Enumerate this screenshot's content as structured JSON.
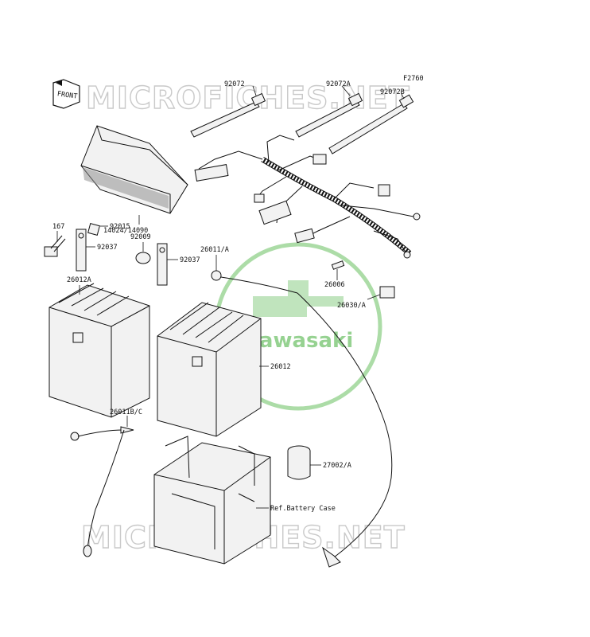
{
  "figure_code": "F2760",
  "front_label": "FRONT",
  "watermark_text": "MICROFICHES.NET",
  "brand_logo_text": "Kawasaki",
  "brand_color": "#74c46d",
  "labels": {
    "p92072": "92072",
    "p92072a": "92072A",
    "p92072b": "92072B",
    "p14024": "14024/14090",
    "p167": "167",
    "p92015": "92015",
    "p92009": "92009",
    "p92037a": "92037",
    "p92037b": "92037",
    "p26011a": "26011/A",
    "p26012a": "26012A",
    "p26006": "26006",
    "p26030a": "26030/A",
    "p26012": "26012",
    "p26011bc": "26011B/C",
    "p27002a": "27002/A",
    "ref_battery_case": "Ref.Battery Case"
  }
}
